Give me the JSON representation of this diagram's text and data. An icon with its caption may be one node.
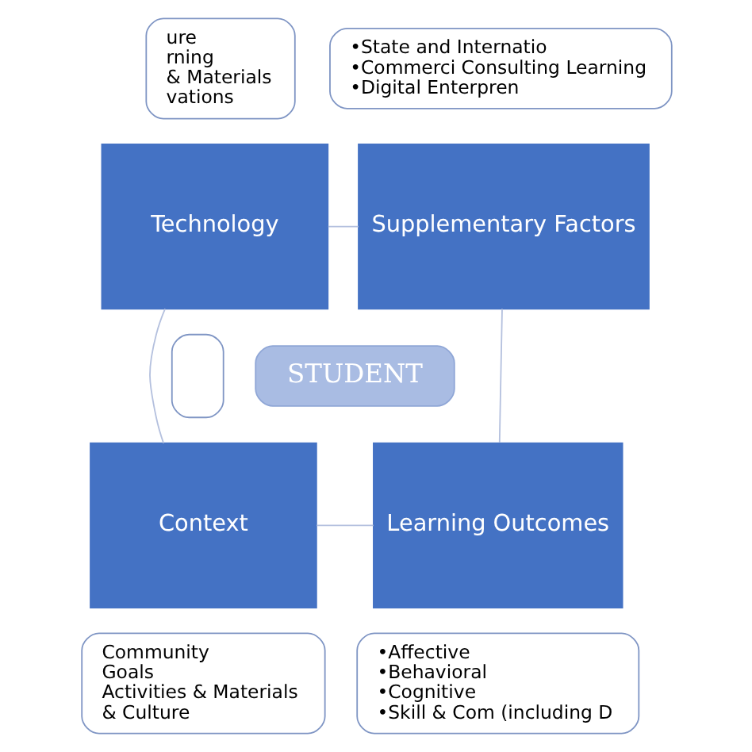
{
  "diagram": {
    "nodes": [
      {
        "text": [
          "ure",
          "rning",
          "& Materials",
          "vations"
        ]
      },
      {
        "text": [
          "•State and Internatio",
          "•Commerci Consulting Learning",
          "•Digital Enterpren"
        ]
      },
      {
        "text": [
          "Technology"
        ]
      },
      {
        "text": [
          "Supplementary Factors"
        ]
      },
      {
        "text": [],
        "shape": "box"
      },
      {
        "text": [
          "STUDENT"
        ]
      },
      {
        "text": [
          "Context"
        ]
      },
      {
        "text": [
          "Learning Outcomes"
        ]
      },
      {
        "text": [
          "Community",
          "Goals",
          "Activities & Materials",
          "& Culture"
        ]
      },
      {
        "text": [
          "•Affective",
          "•Behavioral",
          "•Cognitive",
          "•Skill & Com (including D"
        ]
      }
    ],
    "edges": [
      {
        "from": 2,
        "to": 3,
        "arrow": "none",
        "color": "#b4c0de"
      },
      {
        "from": 2,
        "to": 6,
        "arrow": "none",
        "color": "#b4c0de"
      },
      {
        "from": 3,
        "to": 7,
        "arrow": "none",
        "color": "#b4c0de"
      },
      {
        "from": 6,
        "to": 7,
        "arrow": "none",
        "color": "#b4c0de"
      }
    ]
  }
}
